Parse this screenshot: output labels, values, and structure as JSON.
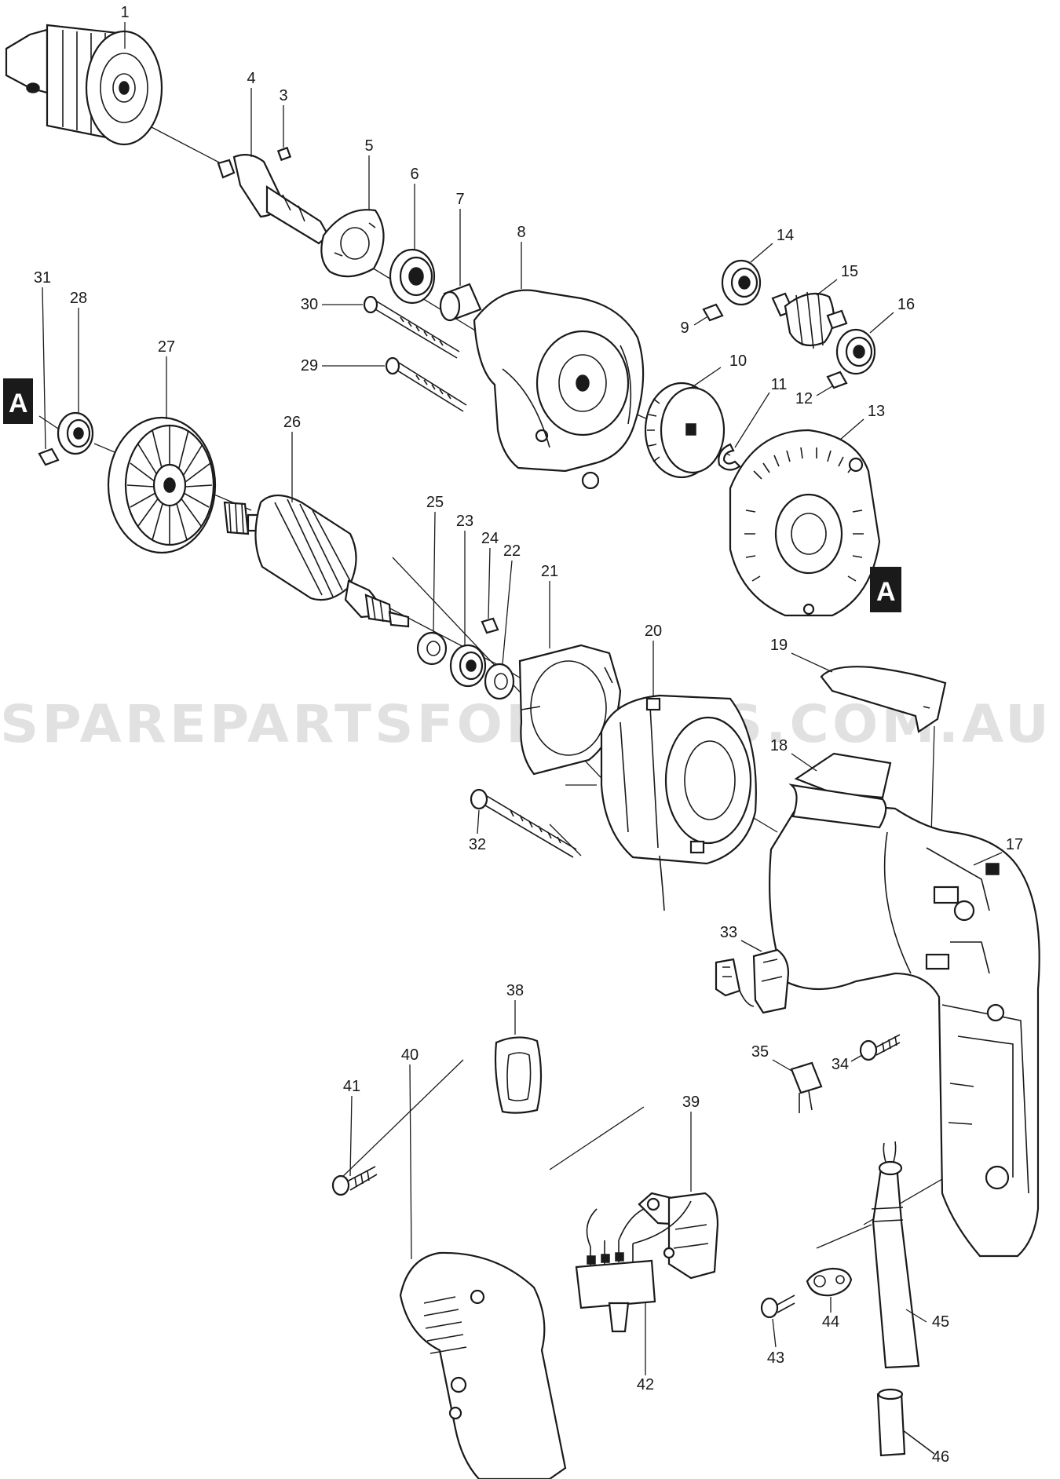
{
  "watermark": "SPAREPARTSFORTOOLS.COM.AU",
  "section_marker": "A",
  "part_numbers": [
    "1",
    "3",
    "4",
    "5",
    "6",
    "7",
    "8",
    "9",
    "10",
    "11",
    "12",
    "13",
    "14",
    "15",
    "16",
    "17",
    "18",
    "19",
    "20",
    "21",
    "22",
    "23",
    "24",
    "25",
    "26",
    "27",
    "28",
    "29",
    "30",
    "31",
    "32",
    "33",
    "34",
    "35",
    "38",
    "39",
    "40",
    "41",
    "42",
    "43",
    "44",
    "45",
    "46"
  ]
}
